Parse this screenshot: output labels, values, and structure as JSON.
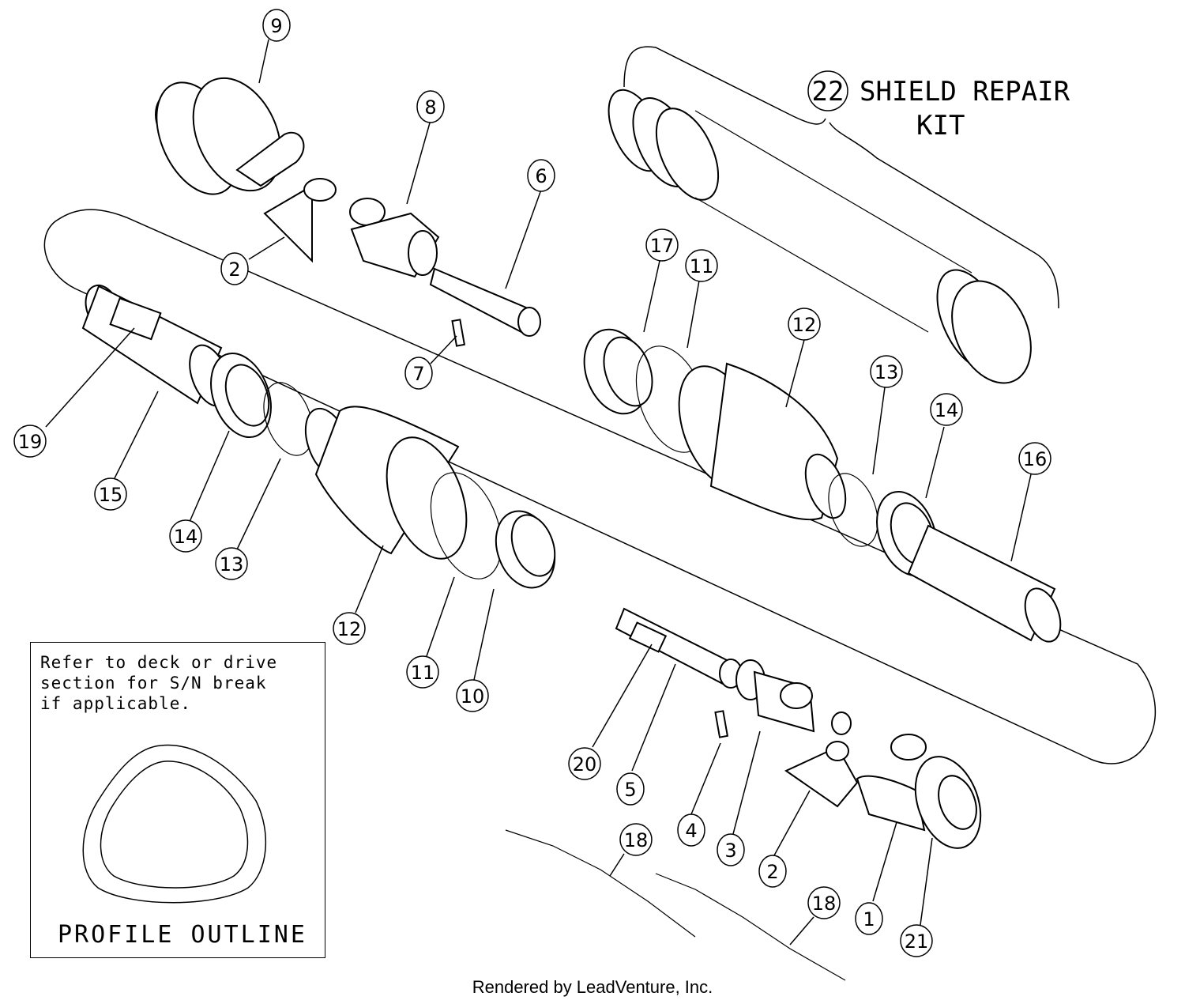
{
  "callouts": [
    {
      "num": "9"
    },
    {
      "num": "8"
    },
    {
      "num": "6"
    },
    {
      "num": "2"
    },
    {
      "num": "7"
    },
    {
      "num": "17"
    },
    {
      "num": "11"
    },
    {
      "num": "12"
    },
    {
      "num": "13"
    },
    {
      "num": "14"
    },
    {
      "num": "16"
    },
    {
      "num": "19"
    },
    {
      "num": "15"
    },
    {
      "num": "14"
    },
    {
      "num": "13"
    },
    {
      "num": "12"
    },
    {
      "num": "11"
    },
    {
      "num": "10"
    },
    {
      "num": "20"
    },
    {
      "num": "5"
    },
    {
      "num": "4"
    },
    {
      "num": "3"
    },
    {
      "num": "2"
    },
    {
      "num": "18"
    },
    {
      "num": "18"
    },
    {
      "num": "1"
    },
    {
      "num": "21"
    }
  ],
  "shield_kit": {
    "num": "22",
    "line1": "SHIELD REPAIR",
    "line2": "KIT"
  },
  "note": {
    "text": "Refer to deck or drive\nsection for S/N break\nif applicable."
  },
  "profile": {
    "label": "PROFILE OUTLINE"
  },
  "credit": "Rendered by LeadVenture, Inc."
}
